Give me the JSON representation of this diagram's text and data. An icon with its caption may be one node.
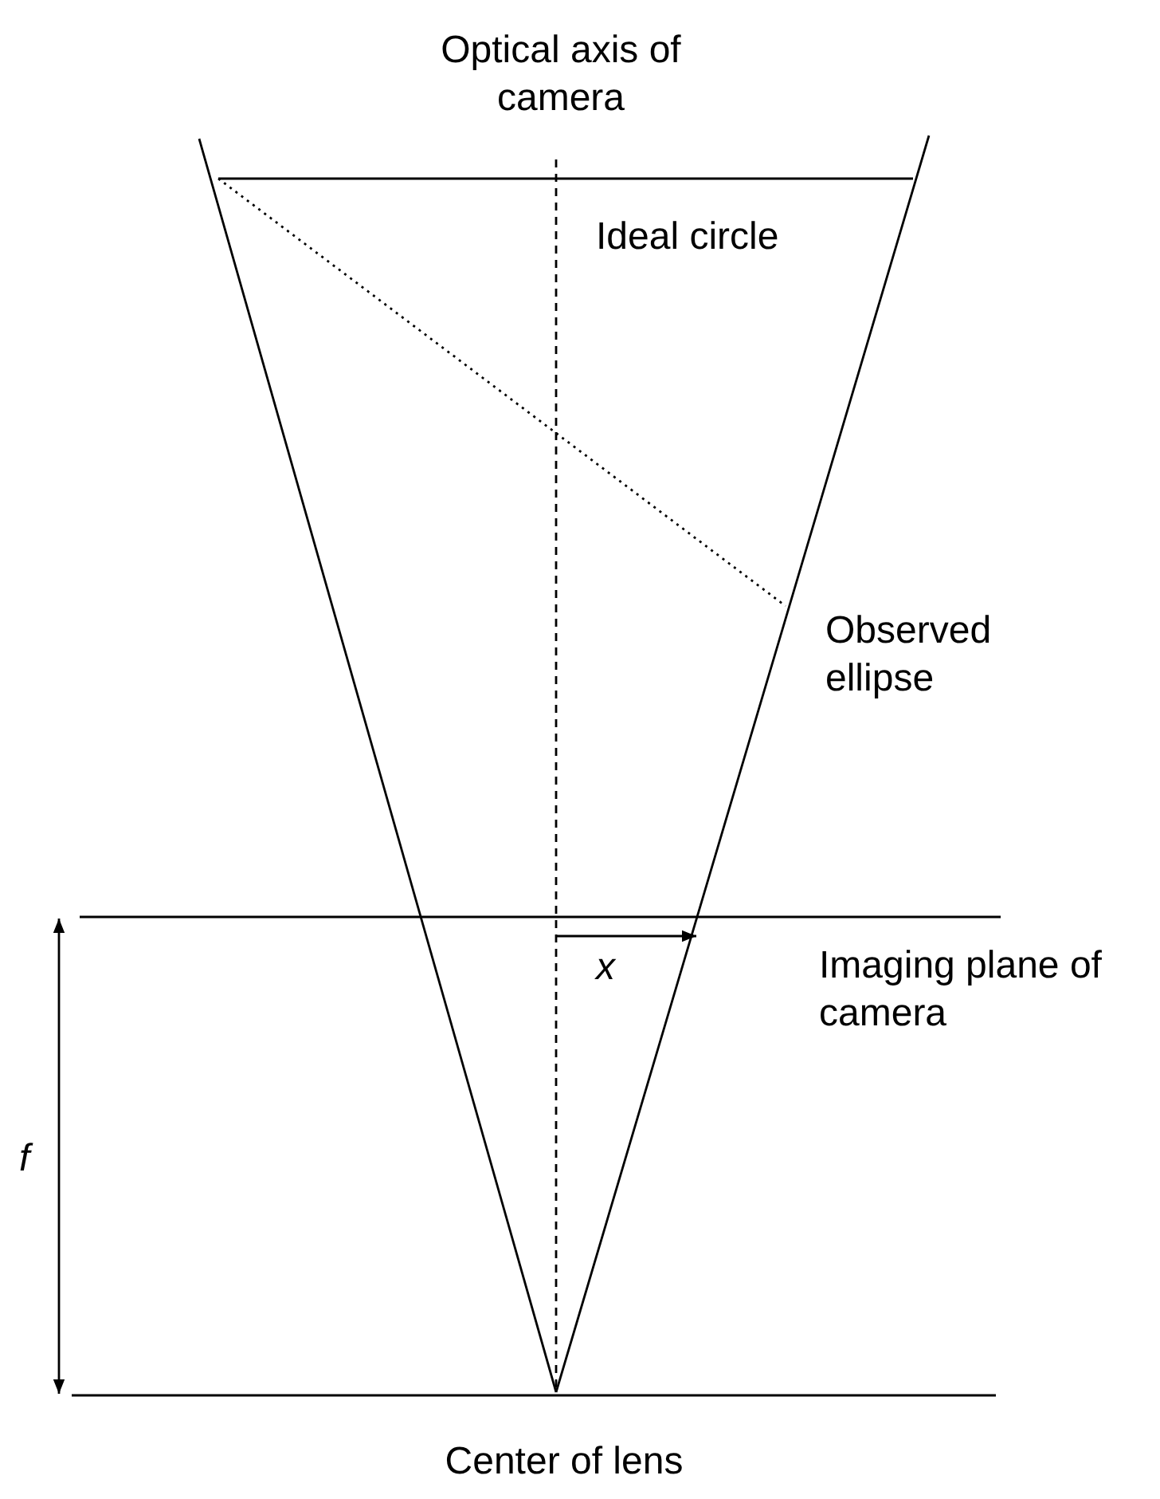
{
  "diagram": {
    "labels": [
      "Optical axis of camera",
      "Ideal circle",
      "Observed ellipse",
      "x",
      "Imaging plane of camera",
      "f",
      "Center of lens"
    ]
  }
}
